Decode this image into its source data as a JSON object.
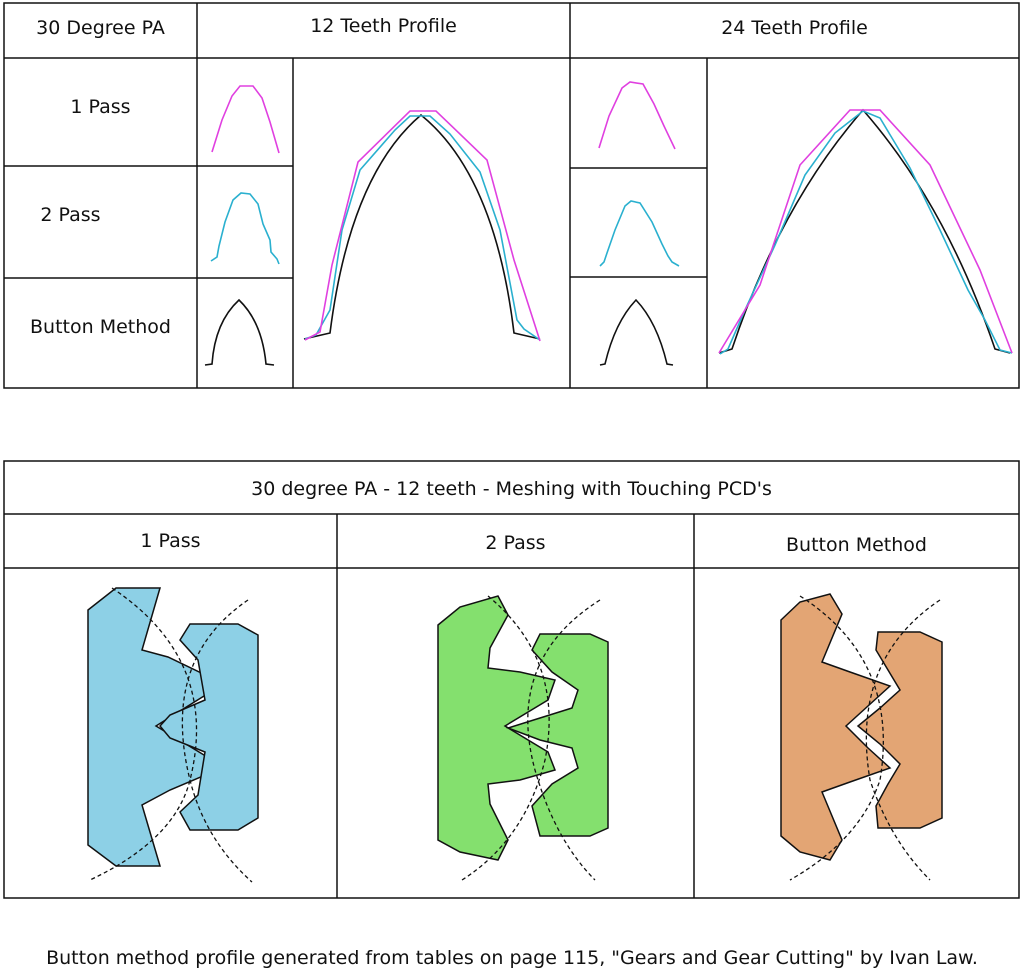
{
  "top_table": {
    "corner_label": "30 Degree PA",
    "col_12_header": "12 Teeth Profile",
    "col_24_header": "24 Teeth Profile",
    "rows": [
      {
        "label": "1 Pass",
        "color": "#e040e0"
      },
      {
        "label": "2 Pass",
        "color": "#2ab0cf"
      },
      {
        "label": "Button Method",
        "color": "#111111"
      }
    ]
  },
  "mesh_table": {
    "title": "30 degree PA  - 12 teeth - Meshing with Touching PCD's",
    "columns": [
      {
        "label": "1 Pass",
        "fill": "#8dd0e6"
      },
      {
        "label": "2 Pass",
        "fill": "#84e06e"
      },
      {
        "label": "Button Method",
        "fill": "#e3a574"
      }
    ]
  },
  "caption": "Button method profile generated from tables on page 115, \"Gears and Gear Cutting\" by Ivan Law."
}
